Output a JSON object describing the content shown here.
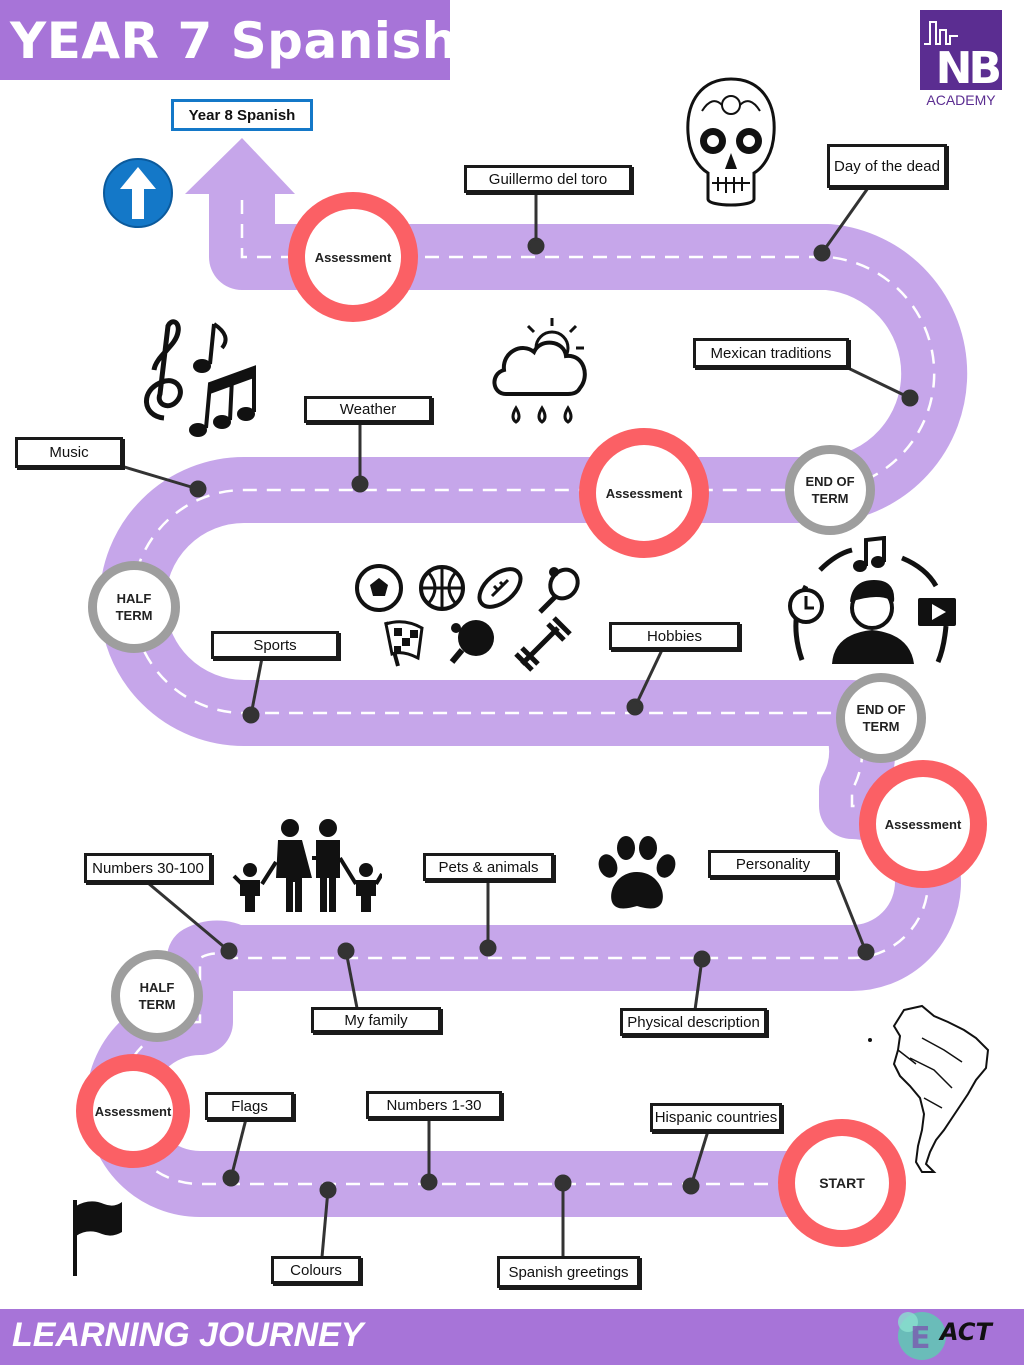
{
  "header": {
    "title": "YEAR 7 Spanish"
  },
  "footer": {
    "title": "LEARNING JOURNEY"
  },
  "logo": {
    "mark": "NB",
    "text": "ACADEMY"
  },
  "next_year": {
    "label": "Year 8 Spanish"
  },
  "topics": {
    "guillermo": "Guillermo del toro",
    "day_of_dead": "Day of the dead",
    "mexican_traditions": "Mexican traditions",
    "weather": "Weather",
    "music": "Music",
    "sports": "Sports",
    "hobbies": "Hobbies",
    "numbers_30_100": "Numbers 30-100",
    "pets_animals": "Pets & animals",
    "personality": "Personality",
    "my_family": "My family",
    "physical_description": "Physical description",
    "flags": "Flags",
    "numbers_1_30": "Numbers 1-30",
    "hispanic_countries": "Hispanic countries",
    "colours": "Colours",
    "spanish_greetings": "Spanish greetings"
  },
  "milestones": {
    "assessment_1": "Assessment",
    "assessment_2": "Assessment",
    "assessment_3": "Assessment",
    "assessment_4": "Assessment",
    "end_term_1a": "END OF",
    "end_term_1b": "TERM",
    "end_term_2a": "END OF",
    "end_term_2b": "TERM",
    "half_term_1a": "HALF",
    "half_term_1b": "TERM",
    "half_term_2a": "HALF",
    "half_term_2b": "TERM",
    "start": "START"
  },
  "brand": {
    "act": "ACT"
  },
  "colors": {
    "road": "#c6a6ea",
    "header": "#a774d8",
    "assessment": "#fb6065",
    "term": "#9e9e9e",
    "arrow": "#1478c8"
  }
}
